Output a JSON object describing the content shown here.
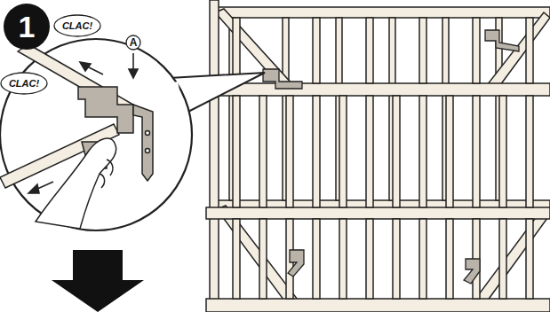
{
  "diagram": {
    "labels": [
      "1",
      "CLAC!",
      "CLAC!",
      "A"
    ]
  }
}
